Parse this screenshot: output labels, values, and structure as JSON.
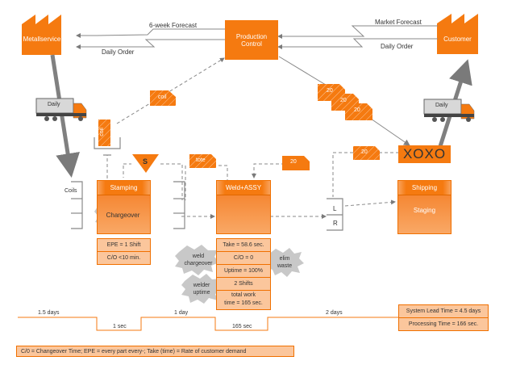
{
  "entities": {
    "supplier": "Metallservice",
    "customer": "Customer",
    "production_control": "Production\nControl"
  },
  "info_flows": {
    "supplier_forecast": "6-week Forecast",
    "supplier_order": "Daily Order",
    "customer_forecast": "Market Forecast",
    "customer_order": "Daily Order"
  },
  "shipments": {
    "inbound_truck": "Daily",
    "outbound_truck": "Daily"
  },
  "kanbans": {
    "coil_withdrawal": "coil",
    "coil_post": "coil",
    "tote": "tote",
    "batch_1": "20",
    "batch_2": "20",
    "batch_3": "20",
    "shipping": "20",
    "weld_production": "20",
    "signal": "S"
  },
  "inventory": {
    "coils_label": "Coils",
    "supermarket_l": "L",
    "supermarket_r": "R"
  },
  "load_leveling": "XOXO",
  "processes": [
    {
      "name": "Stamping",
      "burst": "Chargeover",
      "data": [
        "EPE = 1 Shift",
        "C/O <10 min."
      ]
    },
    {
      "name": "Weld+ASSY",
      "data": [
        "Take = 58.6 sec.",
        "C/O = 0",
        "Uptime = 100%",
        "2 Shifts",
        "total work\ntime = 165 sec."
      ]
    },
    {
      "name": "Shipping",
      "body": "Staging"
    }
  ],
  "kaizen_bursts": [
    "weld\nchargeover",
    "elim\nwaste",
    "welder\nuptime"
  ],
  "timeline": {
    "waits": [
      "1.5 days",
      "1 day",
      "2 days"
    ],
    "process_times": [
      "1 sec",
      "165 sec"
    ],
    "summary": [
      "System Lead Time = 4.5 days",
      "Processing Time = 166 sec."
    ]
  },
  "legend": "C/0 = Changeover Time; EPE = every part every-; Take (time) = Rate of customer demand",
  "colors": {
    "accent": "#f57a10",
    "light": "#fbc69c",
    "arrow": "#808080"
  }
}
